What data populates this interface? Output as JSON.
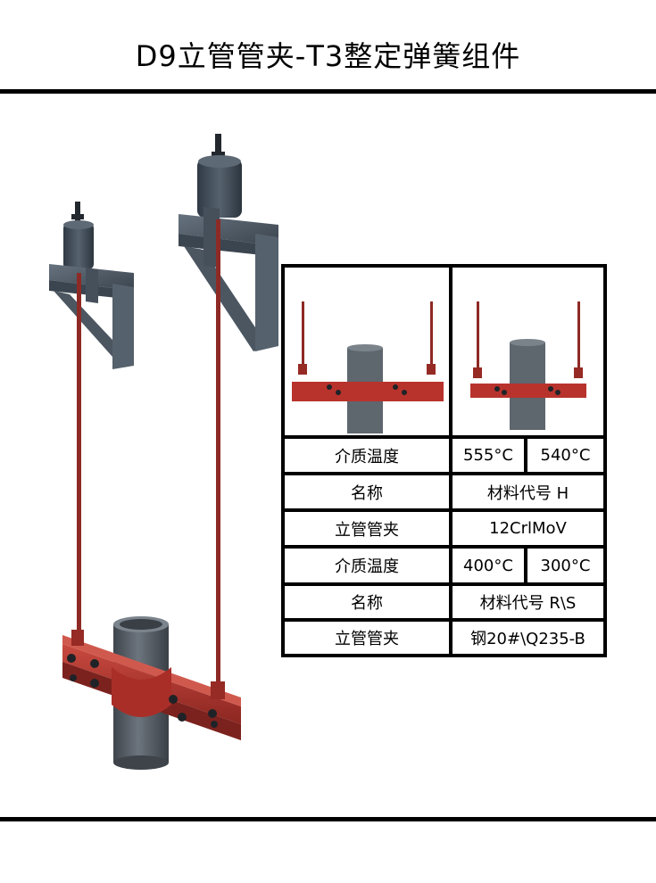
{
  "title": "D9立管管夹-T3整定弹簧组件",
  "colors": {
    "pipe": "#5b626b",
    "clamp": "#b8332c",
    "rod": "#8e2a25",
    "steel": "#4f5a66",
    "border": "#000000"
  },
  "table": {
    "rows": [
      {
        "label": "介质温度",
        "values": [
          "555°C",
          "540°C"
        ]
      },
      {
        "label": "名称",
        "value": "材料代号 H"
      },
      {
        "label": "立管管夹",
        "value": "12CrlMoV"
      },
      {
        "label": "介质温度",
        "values": [
          "400°C",
          "300°C"
        ]
      },
      {
        "label": "名称",
        "value": "材料代号 R\\S"
      },
      {
        "label": "立管管夹",
        "value": "钢20#\\Q235-B"
      }
    ]
  }
}
